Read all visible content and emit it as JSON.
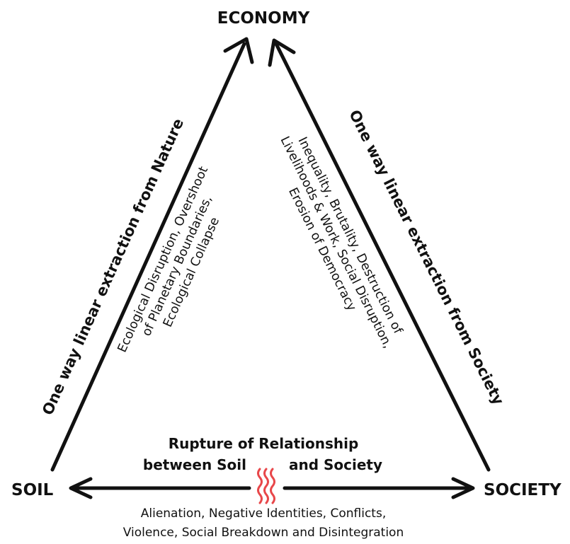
{
  "nodes": {
    "economy": "ECONOMY",
    "soil": "SOIL",
    "society": "SOCIETY"
  },
  "left_side": {
    "extraction_label": "One way linear extraction from Nature",
    "impacts_line1": "Ecological Disruption, Overshoot",
    "impacts_line2": "of Planetary Boundaries,",
    "impacts_line3": "Ecological Collapse"
  },
  "right_side": {
    "extraction_label": "One way linear extraction from Society",
    "impacts_line1": "Inequality, Brutality, Destruction of",
    "impacts_line2": "Livelihoods & Work, Social Disruption,",
    "impacts_line3": "Erosion of Democracy"
  },
  "bottom": {
    "rupture_line1": "Rupture of Relationship",
    "rupture_line2_left": "between Soil",
    "rupture_line2_right": "and Society",
    "consequences_line1": "Alienation, Negative Identities, Conflicts,",
    "consequences_line2": "Violence, Social Breakdown and Disintegration"
  },
  "colors": {
    "ink": "#111111",
    "rupture_mark": "#e8474a"
  }
}
